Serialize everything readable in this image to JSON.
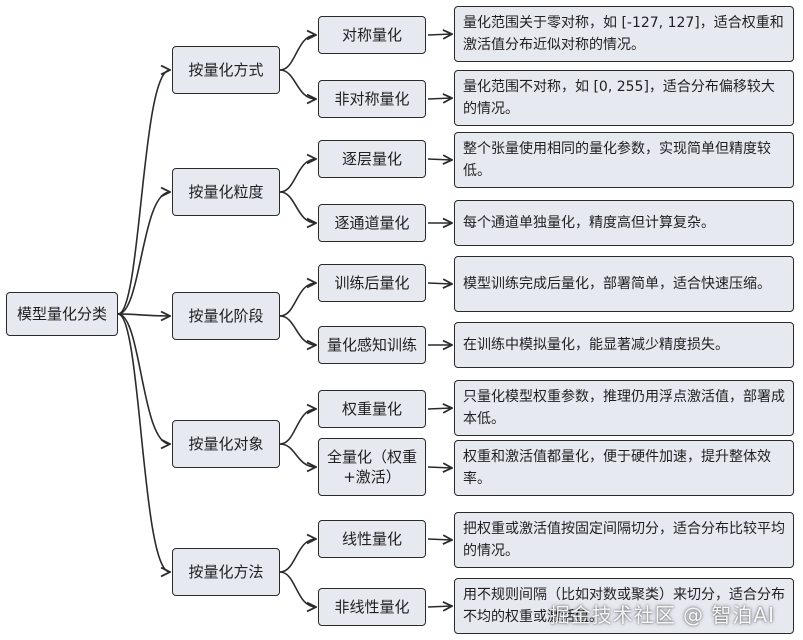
{
  "root": {
    "label": "模型量化分类"
  },
  "categories": [
    {
      "label": "按量化方式",
      "items": [
        {
          "label": "对称量化",
          "desc": "量化范围关于零对称，如 [-127, 127]，适合权重和激活值分布近似对称的情况。"
        },
        {
          "label": "非对称量化",
          "desc": "量化范围不对称，如 [0, 255]，适合分布偏移较大的情况。"
        }
      ]
    },
    {
      "label": "按量化粒度",
      "items": [
        {
          "label": "逐层量化",
          "desc": "整个张量使用相同的量化参数，实现简单但精度较低。"
        },
        {
          "label": "逐通道量化",
          "desc": "每个通道单独量化，精度高但计算复杂。"
        }
      ]
    },
    {
      "label": "按量化阶段",
      "items": [
        {
          "label": "训练后量化",
          "desc": "模型训练完成后量化，部署简单，适合快速压缩。"
        },
        {
          "label": "量化感知训练",
          "desc": "在训练中模拟量化，能显著减少精度损失。"
        }
      ]
    },
    {
      "label": "按量化对象",
      "items": [
        {
          "label": "权重量化",
          "desc": "只量化模型权重参数，推理仍用浮点激活值，部署成本低。"
        },
        {
          "label": "全量化（权重+激活）",
          "desc": "权重和激活值都量化，便于硬件加速，提升整体效率。"
        }
      ]
    },
    {
      "label": "按量化方法",
      "items": [
        {
          "label": "线性量化",
          "desc": "把权重或激活值按固定间隔切分，适合分布比较平均的情况。"
        },
        {
          "label": "非线性量化",
          "desc": "用不规则间隔（比如对数或聚类）来切分，适合分布不均的权重或激活值。"
        }
      ]
    }
  ],
  "watermark": "掘金技术社区 @ 智泊AI"
}
